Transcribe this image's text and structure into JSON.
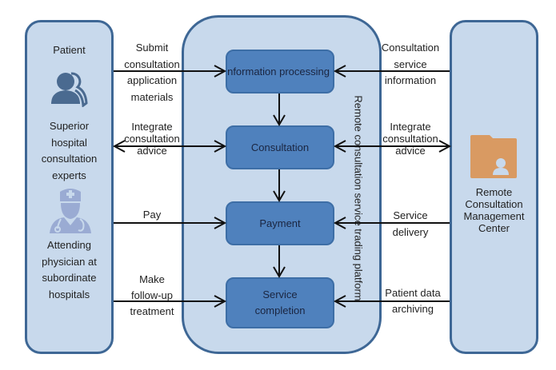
{
  "left_panel": {
    "actors": [
      {
        "name": "Patient",
        "icon": "patient-icon"
      },
      {
        "name": "Superior\nhospital\nconsultation\nexperts"
      },
      {
        "name": "Attending\nphysician at\nsubordinate\nhospitals",
        "icon": "doctor-icon"
      }
    ]
  },
  "center_panel": {
    "title": "Remote consultation service trading platform",
    "steps": [
      {
        "label": "nformation processing"
      },
      {
        "label": "Consultation"
      },
      {
        "label": "Payment"
      },
      {
        "label": "Service\ncompletion"
      }
    ]
  },
  "right_panel": {
    "name": "Remote\nConsultation\nManagement\nCenter",
    "icon": "folder-user-icon"
  },
  "left_flows": [
    {
      "label": "Submit\nconsultation\napplication\nmaterials",
      "direction": "to-platform"
    },
    {
      "label": "Integrate\nconsultation\nadvice",
      "direction": "bidirectional"
    },
    {
      "label": "Pay",
      "direction": "to-platform"
    },
    {
      "label": "Make\nfollow-up\ntreatment",
      "direction": "to-platform"
    }
  ],
  "right_flows": [
    {
      "label": "Consultation\nservice\ninformation",
      "direction": "to-platform"
    },
    {
      "label": "Integrate\nconsultation\nadvice",
      "direction": "bidirectional"
    },
    {
      "label": "Service\ndelivery",
      "direction": "to-platform"
    },
    {
      "label": "Patient data\narchiving",
      "direction": "to-platform"
    }
  ],
  "colors": {
    "panel_fill": "#c8d9ec",
    "panel_border": "#3e6795",
    "step_fill": "#4f81bd",
    "patient_icon": "#4a6a90",
    "doctor_icon": "#9aabd3",
    "folder_icon": "#d99a62"
  }
}
